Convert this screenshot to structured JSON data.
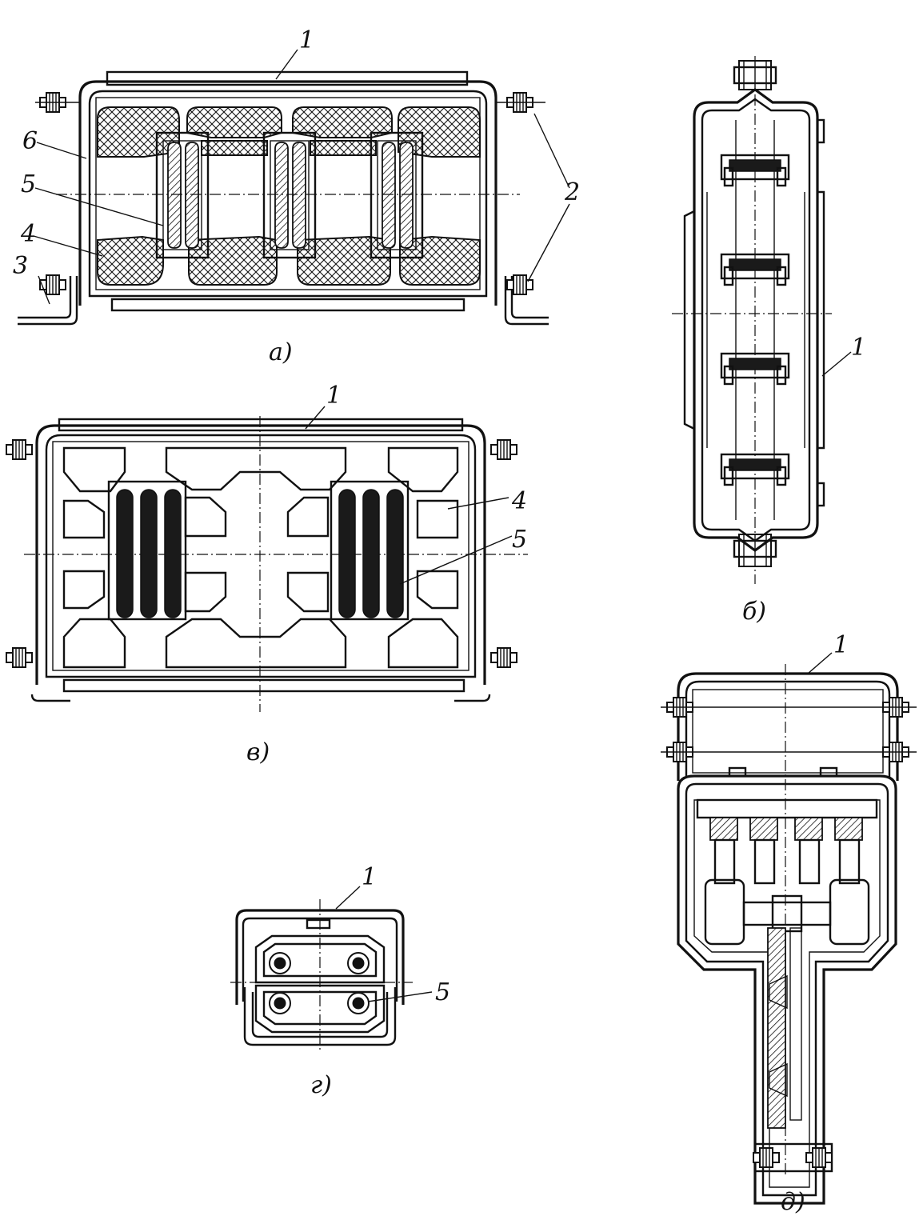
{
  "figures": [
    {
      "id": "a",
      "caption": "а)",
      "labels": [
        {
          "id": "1",
          "text": "1"
        },
        {
          "id": "2",
          "text": "2"
        },
        {
          "id": "3",
          "text": "3"
        },
        {
          "id": "4",
          "text": "4"
        },
        {
          "id": "5",
          "text": "5"
        },
        {
          "id": "6",
          "text": "6"
        }
      ]
    },
    {
      "id": "b",
      "caption": "б)",
      "labels": [
        {
          "id": "1",
          "text": "1"
        }
      ]
    },
    {
      "id": "v",
      "caption": "в)",
      "labels": [
        {
          "id": "1",
          "text": "1"
        },
        {
          "id": "4",
          "text": "4"
        },
        {
          "id": "5",
          "text": "5"
        }
      ]
    },
    {
      "id": "g",
      "caption": "г)",
      "labels": [
        {
          "id": "1",
          "text": "1"
        },
        {
          "id": "5",
          "text": "5"
        }
      ]
    },
    {
      "id": "d",
      "caption": "д)",
      "labels": [
        {
          "id": "1",
          "text": "1"
        }
      ]
    }
  ]
}
